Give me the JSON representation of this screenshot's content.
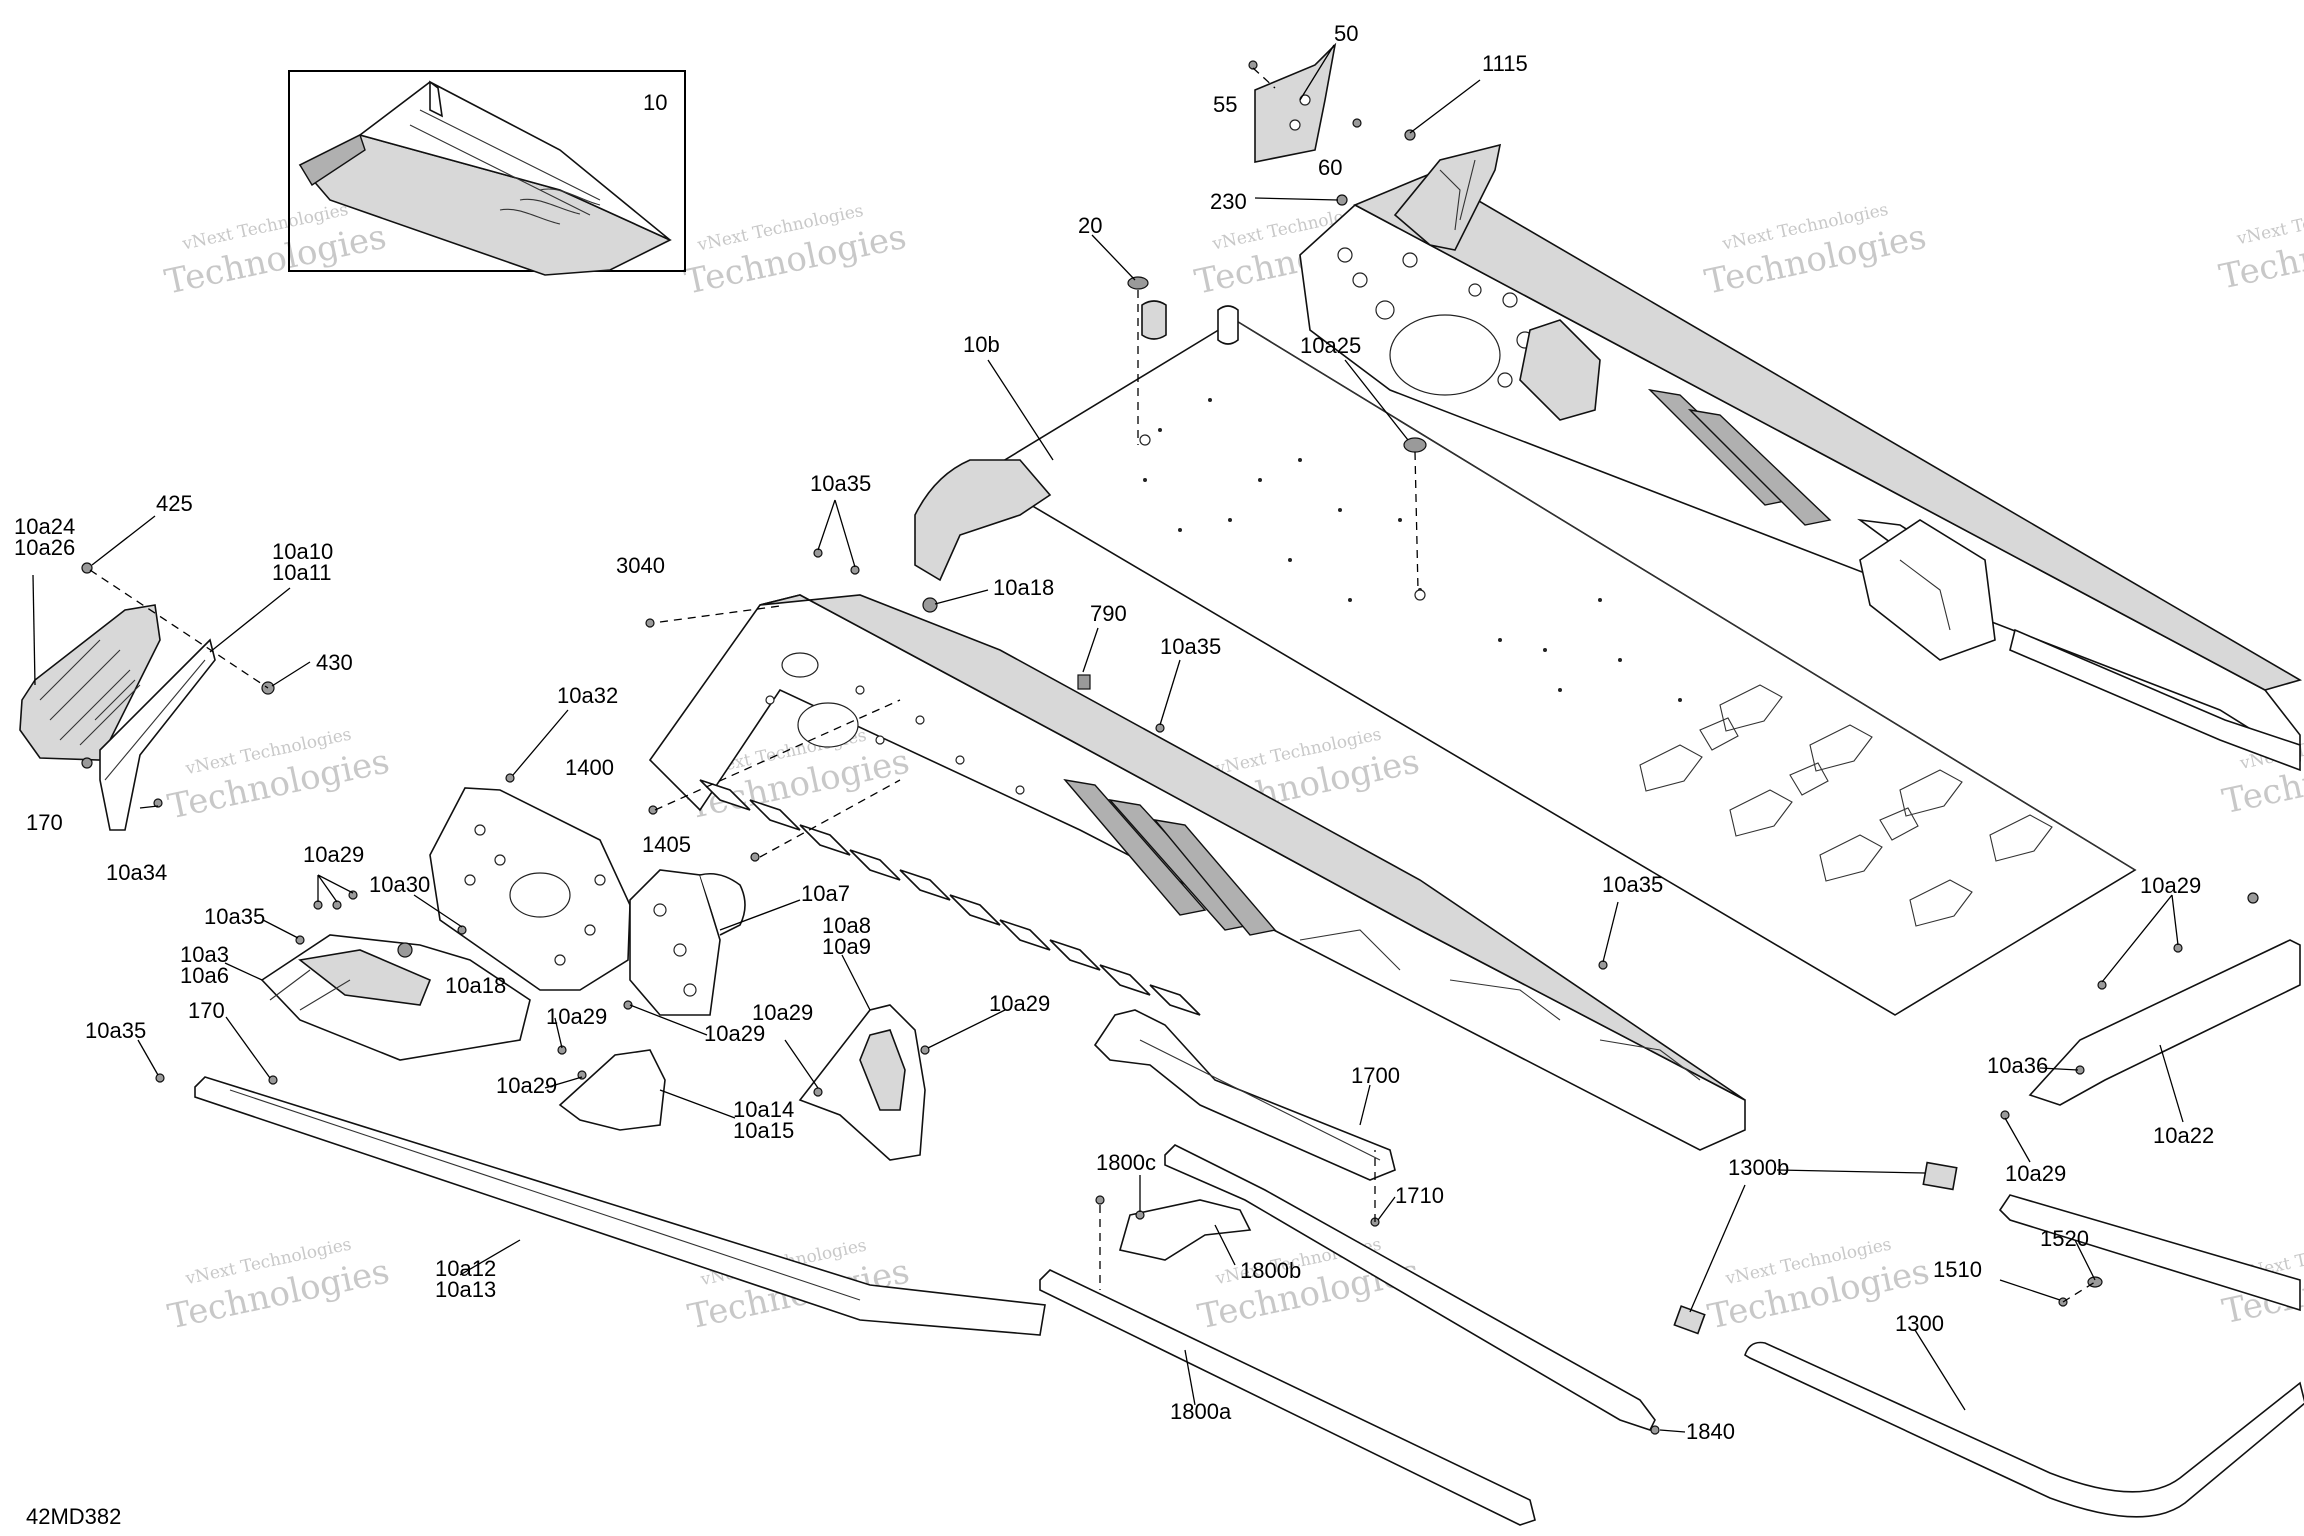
{
  "drawing_id": "42MD382",
  "inset_label": "10",
  "watermark": {
    "line1": "vNext Technologies",
    "line2": "Technologies"
  },
  "callouts": {
    "c50": "50",
    "c55": "55",
    "c60": "60",
    "c1115": "1115",
    "c230": "230",
    "c20": "20",
    "c10b": "10b",
    "c10a25": "10a25",
    "c10a35_top": "10a35",
    "c3040": "3040",
    "c10a18_top": "10a18",
    "c790": "790",
    "c10a35_mid": "10a35",
    "c10a24": "10a24",
    "c10a26": "10a26",
    "c425": "425",
    "c10a10": "10a10",
    "c10a11": "10a11",
    "c430": "430",
    "c170_left": "170",
    "c10a34": "10a34",
    "c10a32": "10a32",
    "c1400": "1400",
    "c1405": "1405",
    "c10a7": "10a7",
    "c10a29_a": "10a29",
    "c10a30": "10a30",
    "c10a35_left": "10a35",
    "c10a3": "10a3",
    "c10a6": "10a6",
    "c10a18_low": "10a18",
    "c170_low": "170",
    "c10a35_far": "10a35",
    "c10a29_b": "10a29",
    "c10a29_c": "10a29",
    "c10a29_d": "10a29",
    "c10a14": "10a14",
    "c10a15": "10a15",
    "c10a8": "10a8",
    "c10a9": "10a9",
    "c10a29_e": "10a29",
    "c10a29_f": "10a29",
    "c1700": "1700",
    "c1710": "1710",
    "c1800c": "1800c",
    "c1800b": "1800b",
    "c1800a": "1800a",
    "c1840": "1840",
    "c10a12": "10a12",
    "c10a13": "10a13",
    "c10a35_right": "10a35",
    "c10a29_right": "10a29",
    "c10a36": "10a36",
    "c10a22": "10a22",
    "c10a29_right_low": "10a29",
    "c1300b": "1300b",
    "c1520": "1520",
    "c1510": "1510",
    "c1300": "1300"
  }
}
